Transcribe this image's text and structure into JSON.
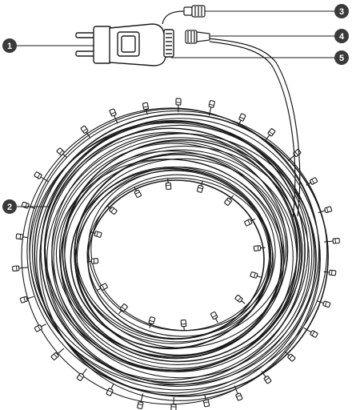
{
  "diagram": {
    "colors": {
      "line": "#1a1a1a",
      "badge_fill": "#3a3a3a",
      "badge_text": "#ffffff",
      "background": "#ffffff"
    },
    "callouts": [
      {
        "id": "1",
        "label": "1",
        "part": "plug-adapter"
      },
      {
        "id": "2",
        "label": "2",
        "part": "light-string-coil"
      },
      {
        "id": "3",
        "label": "3",
        "part": "cable-connector"
      },
      {
        "id": "4",
        "label": "4",
        "part": "end-cap"
      },
      {
        "id": "5",
        "label": "5",
        "part": "adapter-cable-outlet"
      }
    ]
  }
}
